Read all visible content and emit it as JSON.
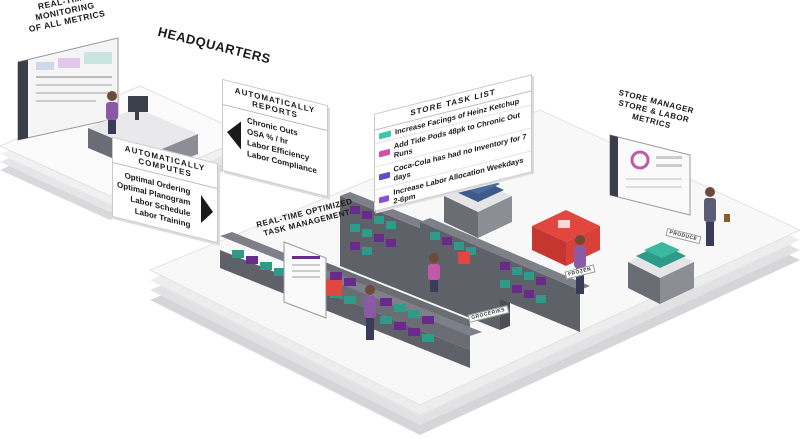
{
  "hq": {
    "headquarters_label": "HEADQUARTERS",
    "monitoring_label_1": "REAL-TIME MONITORING",
    "monitoring_label_2": "OF ALL METRICS"
  },
  "reports_panel": {
    "title": "AUTOMATICALLY REPORTS",
    "items": [
      "Chronic Outs",
      "OSA % / hr",
      "Labor Efficiency",
      "Labor Compliance"
    ]
  },
  "computes_panel": {
    "title": "AUTOMATICALLY COMPUTES",
    "items": [
      "Optimal Ordering",
      "Optimal Planogram",
      "Labor Schedule",
      "Labor Training"
    ]
  },
  "task_list": {
    "title": "STORE TASK LIST",
    "tasks": [
      {
        "text": "Increase Facings of Heinz Ketchup",
        "color": "#3cc8a8"
      },
      {
        "text": "Add Tide Pods 48pk to Chronic Out Runs",
        "color": "#d14fa8"
      },
      {
        "text": "Coca-Cola has had no Inventory for 7 days",
        "color": "#5a4fc9"
      },
      {
        "text": "Increase Labor Allocation Weekdays 2-6pm",
        "color": "#8b4fd1"
      }
    ]
  },
  "manager_panel": {
    "title_1": "STORE MANAGER",
    "title_2": "STORE & LABOR METRICS"
  },
  "store": {
    "task_mgmt_1": "REAL-TIME OPTIMIZED",
    "task_mgmt_2": "TASK MANAGEMENT",
    "aisle_groceries": "GROCERIES",
    "aisle_frozen": "FROZEN",
    "aisle_produce": "PRODUCE"
  },
  "colors": {
    "shelf_teal": "#2e9b8a",
    "shelf_purple": "#6a2a8c",
    "platform": "#e9e9ea",
    "person_shirt": "#8a5aa6",
    "alert_red": "#e2473f"
  }
}
